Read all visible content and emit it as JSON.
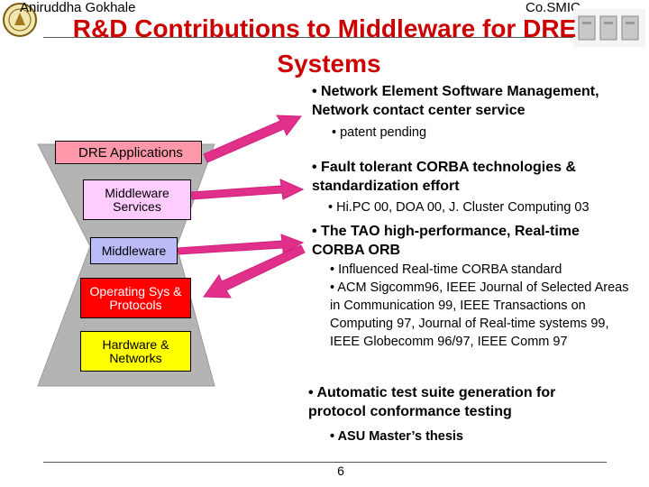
{
  "header": {
    "author": "Aniruddha Gokhale",
    "brand": "Co.SMIC",
    "title_line1": "R&D Contributions to Middleware for DRE",
    "title_line2": "Systems"
  },
  "stack": {
    "dre_applications": "DRE Applications",
    "middleware_services": "Middleware Services",
    "middleware": "Middleware",
    "operating_sys": "Operating Sys & Protocols",
    "hardware": "Hardware & Networks"
  },
  "bullets": [
    {
      "text": "• Network Element Software Management, Network contact center service",
      "subs": [
        "• patent pending"
      ]
    },
    {
      "text": "• Fault tolerant CORBA technologies & standardization effort",
      "subs": [
        "• Hi.PC 00, DOA 00, J. Cluster Computing 03"
      ]
    },
    {
      "text": "• The TAO high-performance, Real-time CORBA ORB",
      "subs": [
        "• Influenced Real-time CORBA standard",
        "• ACM Sigcomm96, IEEE Journal of Selected Areas in Communication 99, IEEE Transactions on Computing 97, Journal of Real-time systems 99, IEEE Globecomm 96/97, IEEE Comm 97"
      ]
    },
    {
      "text": "• Automatic test suite generation for protocol conformance testing",
      "subs": [
        "• ASU Master’s thesis"
      ]
    }
  ],
  "footer": {
    "page_number": "6"
  },
  "colors": {
    "title": "#cc0000",
    "arrow_fill": "#e0308a",
    "hourglass": "#b4b4b4",
    "dre_box": "#ff99aa",
    "middleware_services_box": "#ffccff",
    "middleware_box": "#bbbbf7",
    "os_box": "#ff0000",
    "hardware_box": "#ffff00"
  }
}
